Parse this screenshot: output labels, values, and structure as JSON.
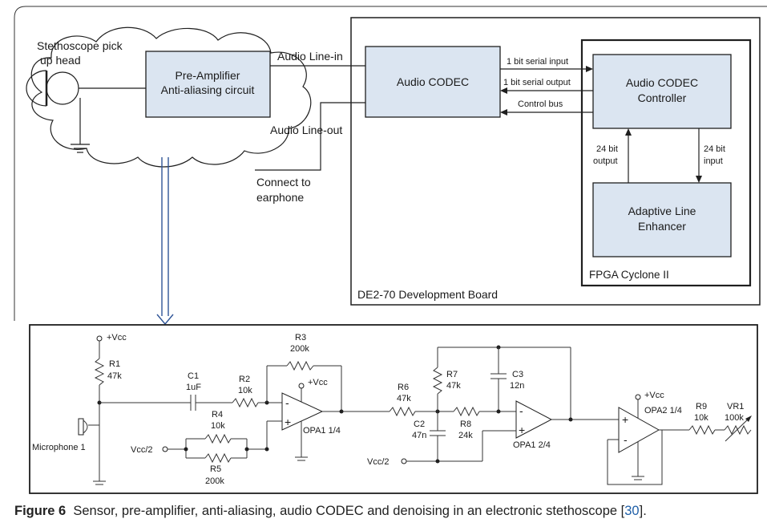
{
  "top": {
    "sensor_label_l1": "Stethoscope pick",
    "sensor_label_l2": "up head",
    "preamp_l1": "Pre-Amplifier",
    "preamp_l2": "Anti-aliasing circuit",
    "line_in": "Audio Line-in",
    "line_out": "Audio Line-out",
    "earphone_l1": "Connect to",
    "earphone_l2": "earphone",
    "codec": "Audio CODEC",
    "sig_serial_in": "1 bit serial input",
    "sig_serial_out": "1 bit serial output",
    "sig_control": "Control bus",
    "controller_l1": "Audio CODEC",
    "controller_l2": "Controller",
    "out24_l1": "24 bit",
    "out24_l2": "output",
    "in24_l1": "24 bit",
    "in24_l2": "input",
    "ale_l1": "Adaptive Line",
    "ale_l2": "Enhancer",
    "fpga": "FPGA Cyclone II",
    "board": "DE2-70 Development Board"
  },
  "circuit": {
    "vcc1": "+Vcc",
    "r1": "R1",
    "r1v": "47k",
    "c1": "C1",
    "c1v": "1uF",
    "r2": "R2",
    "r2v": "10k",
    "r3": "R3",
    "r3v": "200k",
    "vcc_opa": "+Vcc",
    "opa1": "OPA1 1/4",
    "r4": "R4",
    "r4v": "10k",
    "r5": "R5",
    "r5v": "200k",
    "vcc2_a": "Vcc/2",
    "mic": "Microphone 1",
    "r6": "R6",
    "r6v": "47k",
    "r7": "R7",
    "r7v": "47k",
    "c3": "C3",
    "c3v": "12n",
    "c2": "C2",
    "c2v": "47n",
    "r8": "R8",
    "r8v": "24k",
    "opa2": "OPA1 2/4",
    "vcc2_b": "Vcc/2",
    "vcc3": "+Vcc",
    "opa3": "OPA2 1/4",
    "r9": "R9",
    "r9v": "10k",
    "vr1": "VR1",
    "vr1v": "100k",
    "minus": "-",
    "plus": "+"
  },
  "caption": {
    "label": "Figure 6",
    "text": "Sensor, pre-amplifier, anti-aliasing, audio CODEC and denoising in an electronic stethoscope [",
    "ref": "30",
    "end": "]."
  }
}
